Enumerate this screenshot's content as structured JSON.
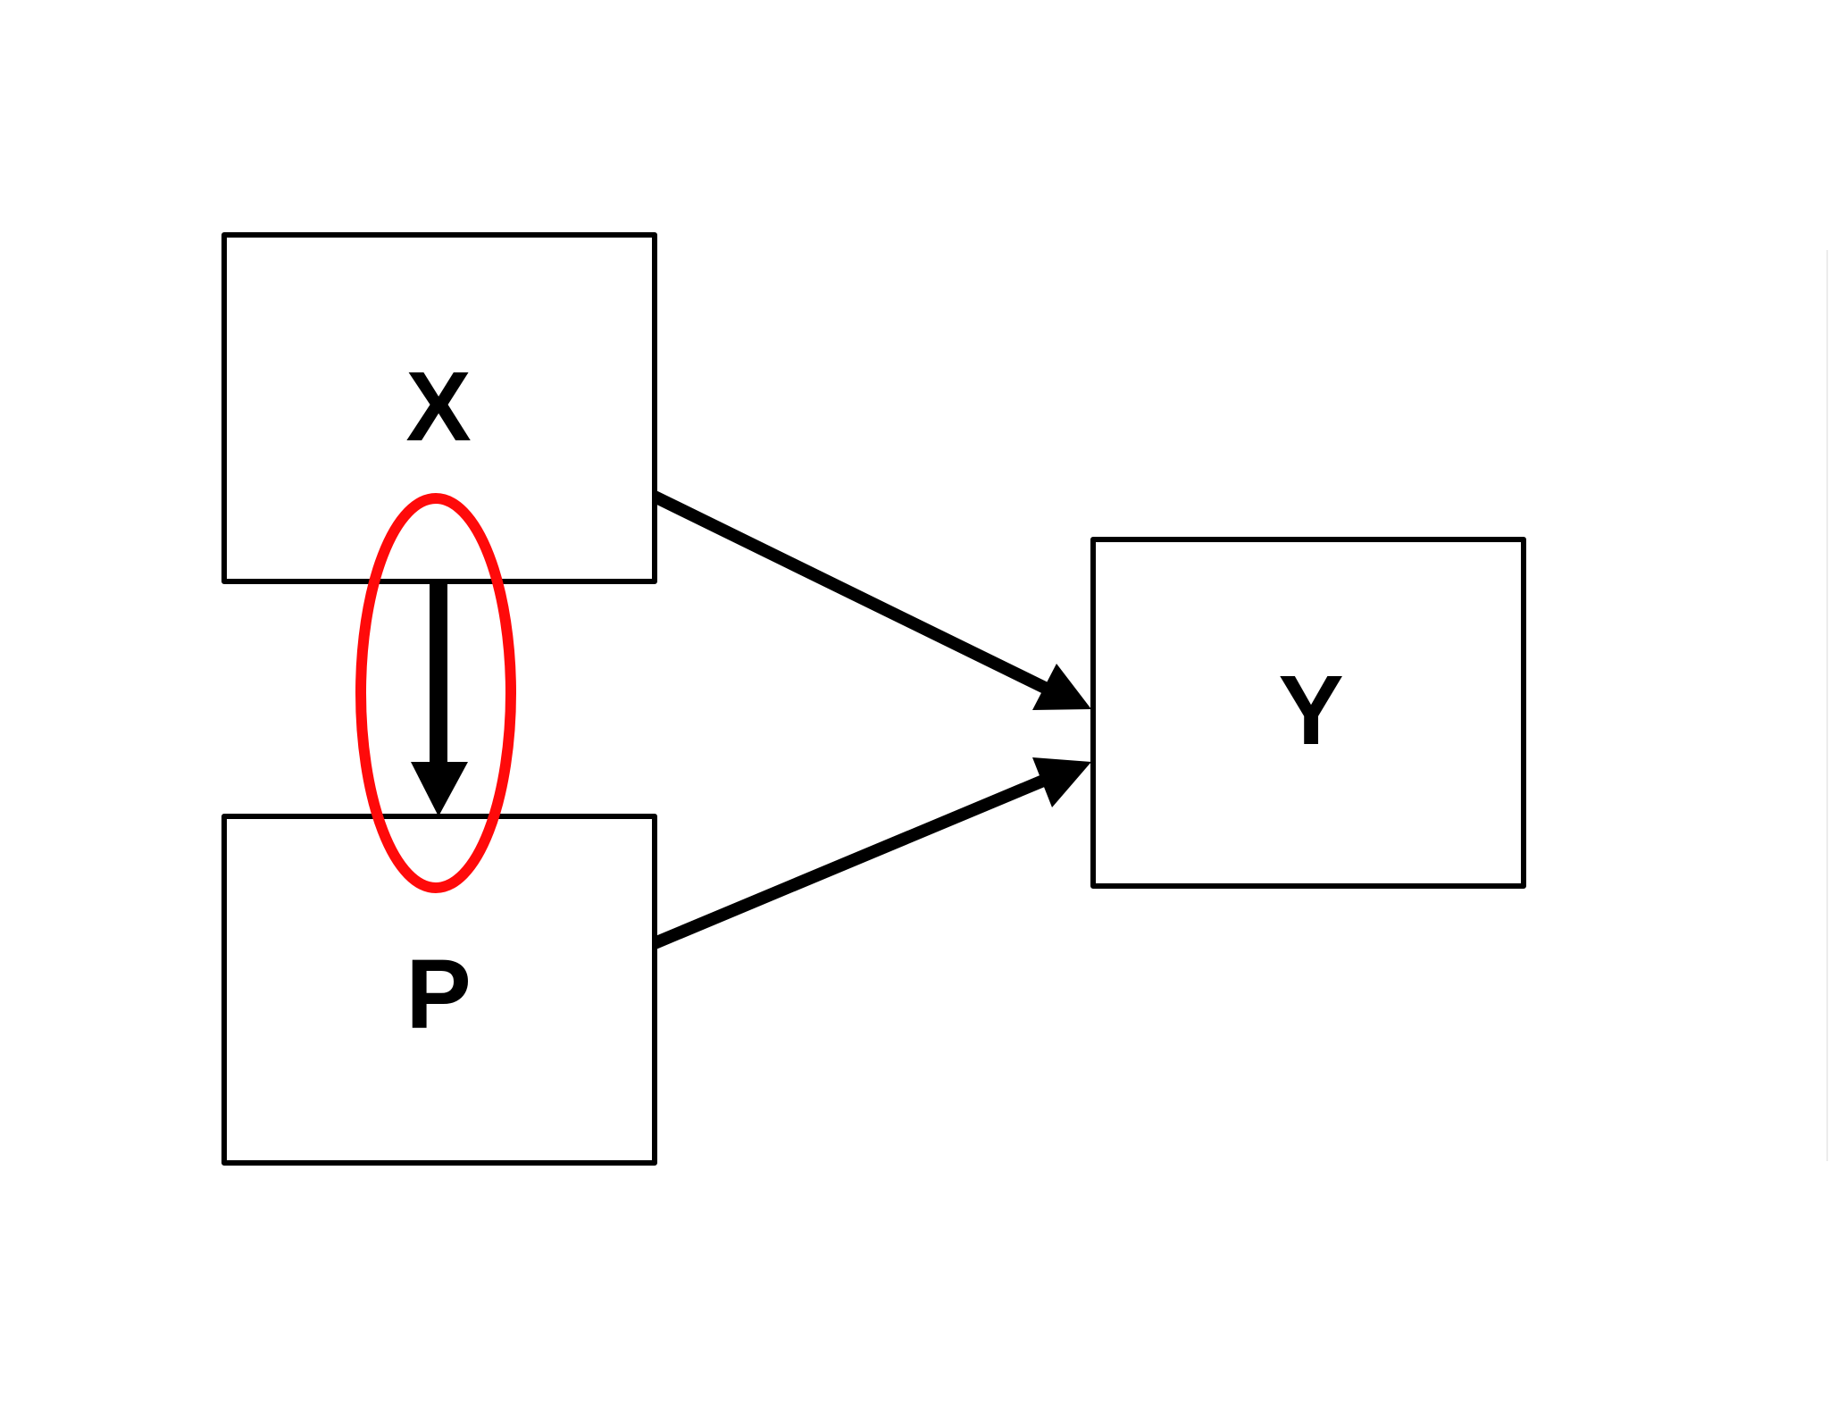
{
  "diagram": {
    "nodes": [
      {
        "id": "x",
        "label": "X"
      },
      {
        "id": "p",
        "label": "P"
      },
      {
        "id": "y",
        "label": "Y"
      }
    ],
    "edges": [
      {
        "from": "X",
        "to": "P"
      },
      {
        "from": "X",
        "to": "Y"
      },
      {
        "from": "P",
        "to": "Y"
      }
    ],
    "highlight": {
      "target": "X → P",
      "color": "#ff0a0a"
    },
    "colors": {
      "stroke": "#000000",
      "background": "#ffffff"
    }
  }
}
